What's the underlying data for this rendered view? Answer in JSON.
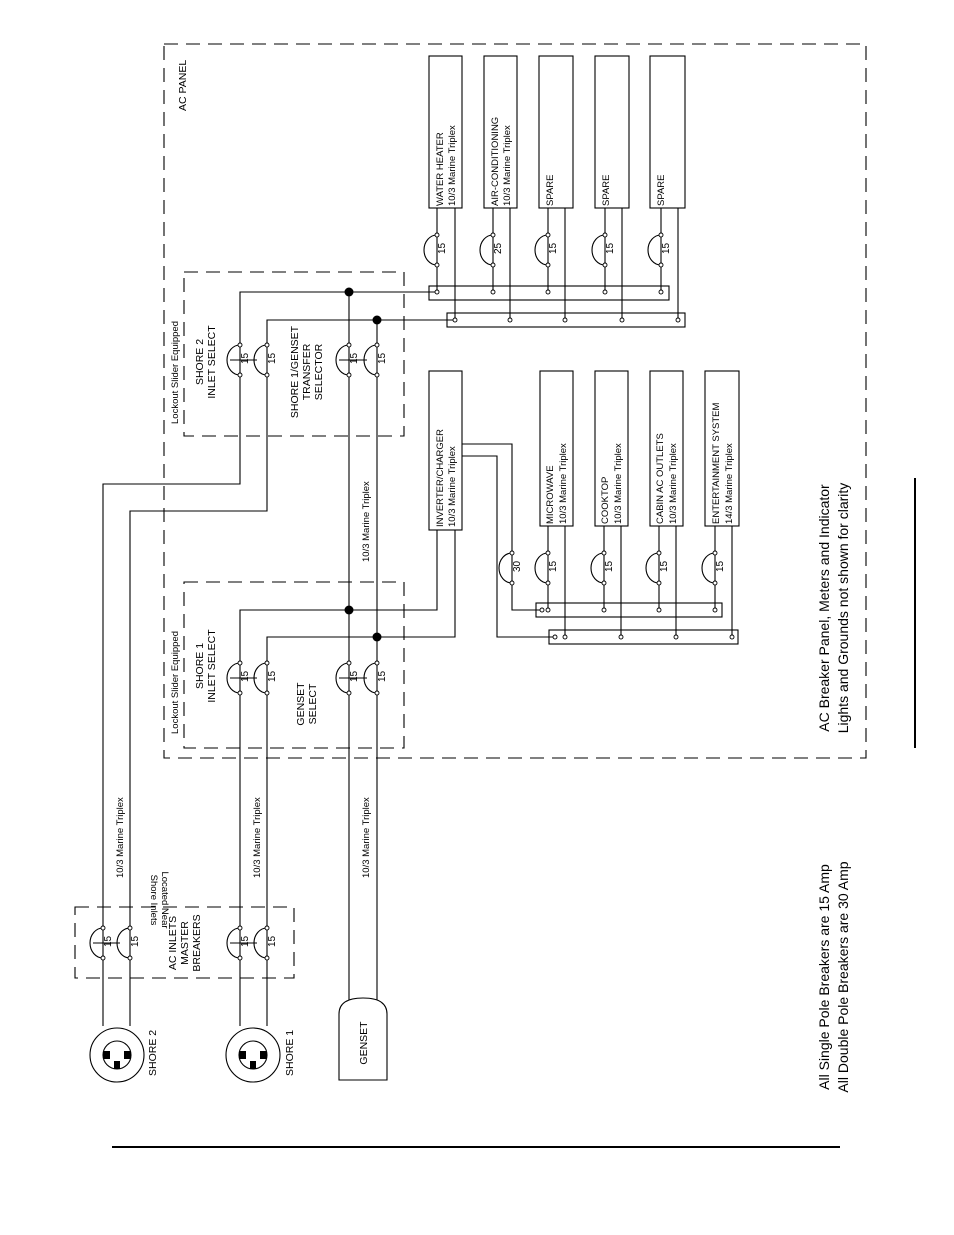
{
  "panel": {
    "title": "AC PANEL"
  },
  "shore2_select": {
    "note": "Lockout Slider Equipped",
    "line1": "SHORE 2",
    "line2": "INLET SELECT"
  },
  "transfer_selector": {
    "line1": "SHORE 1/GENSET",
    "line2": "TRANSFER",
    "line3": "SELECTOR"
  },
  "shore1_select": {
    "note": "Lockout Slider Equipped",
    "line1": "SHORE 1",
    "line2": "INLET SELECT"
  },
  "genset_select": {
    "line1": "GENSET",
    "line2": "SELECT"
  },
  "ac_inlets": {
    "line1": "AC INLETS",
    "line2": "MASTER",
    "line3": "BREAKERS",
    "note1": "Located Near",
    "note2": "Shore Inlets"
  },
  "sources": {
    "shore2": "SHORE 2",
    "shore1": "SHORE 1",
    "genset": "GENSET"
  },
  "cables": {
    "shore2": "10/3 Marine Triplex",
    "shore1": "10/3 Marine Triplex",
    "genset": "10/3 Marine Triplex",
    "genset_upper": "10/3 Marine Triplex"
  },
  "loads_top": [
    {
      "name": "WATER HEATER",
      "cable": "10/3 Marine Triplex",
      "amp": "15"
    },
    {
      "name": "AIR-CONDITIONING",
      "cable": "10/3 Marine Triplex",
      "amp": "25"
    },
    {
      "name": "SPARE",
      "cable": "",
      "amp": "15"
    },
    {
      "name": "SPARE",
      "cable": "",
      "amp": "15"
    },
    {
      "name": "SPARE",
      "cable": "",
      "amp": "15"
    }
  ],
  "inverter": {
    "name": "INVERTER/CHARGER",
    "cable": "10/3 Marine Triplex",
    "amp": "30"
  },
  "loads_bottom": [
    {
      "name": "MICROWAVE",
      "cable": "10/3 Marine Triplex",
      "amp": "15"
    },
    {
      "name": "COOKTOP",
      "cable": "10/3 Marine Triplex",
      "amp": "15"
    },
    {
      "name": "CABIN AC OUTLETS",
      "cable": "10/3 Marine Triplex",
      "amp": "15"
    },
    {
      "name": "ENTERTAINMENT SYSTEM",
      "cable": "14/3 Marine Triplex",
      "amp": "15"
    }
  ],
  "breaker_amp": "15",
  "notes": {
    "panel_line1": "AC Breaker Panel, Meters and Indicator",
    "panel_line2": "Lights and Grounds not shown for clarity",
    "breakers_line1": "All Single Pole Breakers are 15 Amp",
    "breakers_line2": "All Double Pole Breakers are 30 Amp"
  }
}
